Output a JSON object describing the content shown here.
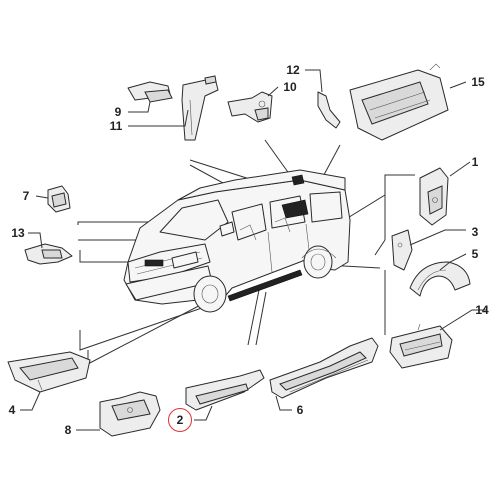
{
  "callouts": [
    {
      "id": "1",
      "highlighted": false
    },
    {
      "id": "2",
      "highlighted": true
    },
    {
      "id": "3",
      "highlighted": false
    },
    {
      "id": "4",
      "highlighted": false
    },
    {
      "id": "5",
      "highlighted": false
    },
    {
      "id": "6",
      "highlighted": false
    },
    {
      "id": "7",
      "highlighted": false
    },
    {
      "id": "8",
      "highlighted": false
    },
    {
      "id": "9",
      "highlighted": false
    },
    {
      "id": "10",
      "highlighted": false
    },
    {
      "id": "11",
      "highlighted": false
    },
    {
      "id": "12",
      "highlighted": false
    },
    {
      "id": "13",
      "highlighted": false
    },
    {
      "id": "14",
      "highlighted": false
    },
    {
      "id": "15",
      "highlighted": false
    }
  ],
  "colors": {
    "highlight": "#e03030",
    "line": "#2a2a2a",
    "part_fill": "#ededed"
  }
}
